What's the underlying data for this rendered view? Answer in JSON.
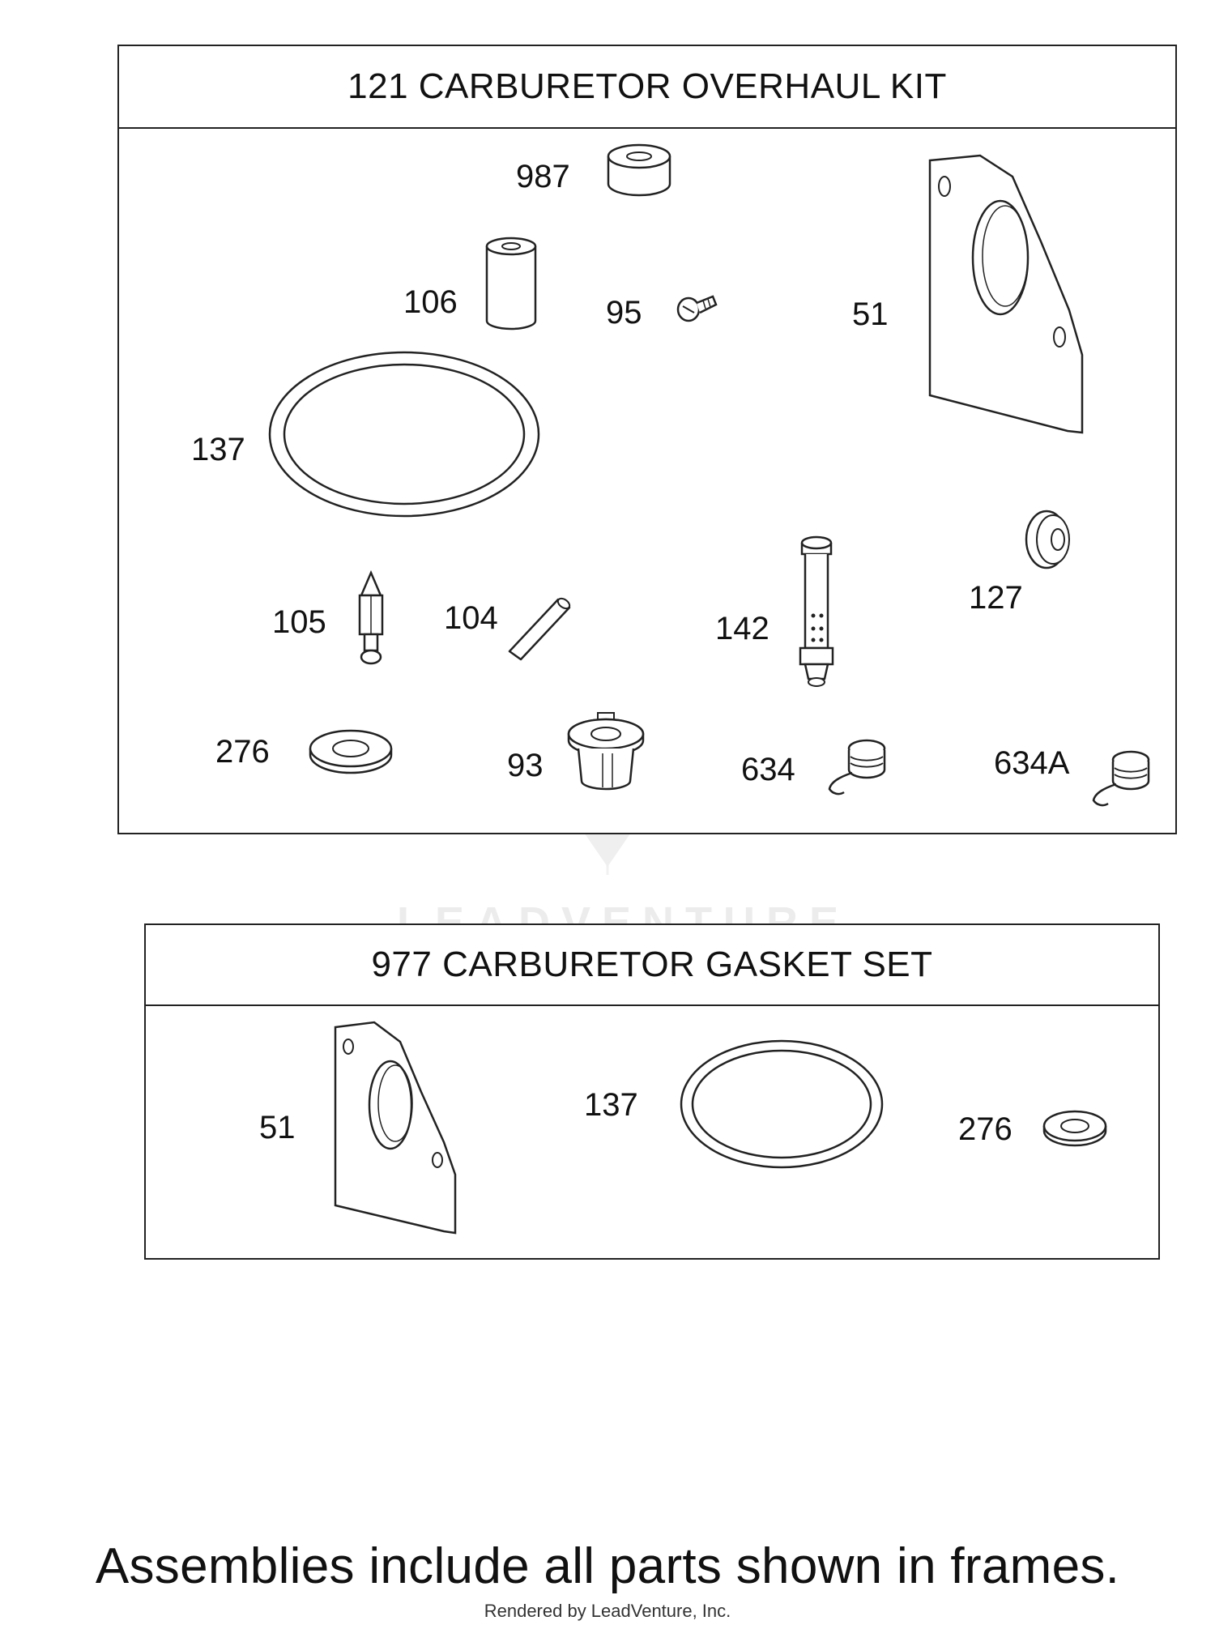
{
  "overhaul_kit": {
    "title": "121 CARBURETOR OVERHAUL KIT",
    "parts": {
      "p987": "987",
      "p106": "106",
      "p95": "95",
      "p51": "51",
      "p137": "137",
      "p127": "127",
      "p105": "105",
      "p104": "104",
      "p142": "142",
      "p276": "276",
      "p93": "93",
      "p634": "634",
      "p634a": "634A"
    }
  },
  "gasket_set": {
    "title": "977 CARBURETOR GASKET SET",
    "parts": {
      "p51": "51",
      "p137": "137",
      "p276": "276"
    }
  },
  "watermark": "LEADVENTURE",
  "footer": {
    "note": "Assemblies include all parts shown in frames.",
    "credit": "Rendered by LeadVenture, Inc."
  }
}
